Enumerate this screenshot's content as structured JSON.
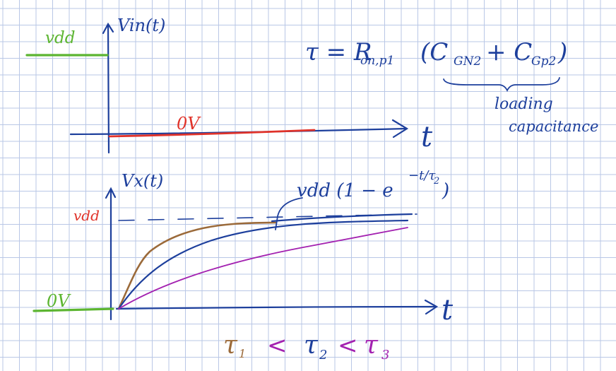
{
  "colors": {
    "grid": "#b9c7e6",
    "ink": "#1d3f9c",
    "red": "#e0332a",
    "green": "#5cb531",
    "brown": "#9b6a3a",
    "purple": "#a321b0",
    "background": "#ffffff"
  },
  "top_plot": {
    "ylabel": "Vin(t)",
    "vdd_label": "vdd",
    "zero_label": "0V",
    "xlabel": "t"
  },
  "formula": {
    "tau_eq": "τ = R",
    "ron_sub": "on,p1",
    "caps": "(C",
    "c1_sub": "GN2",
    "plus": "+ C",
    "c2_sub": "Gp2",
    "close": ")",
    "loading_line1": "loading",
    "loading_line2": "capacitance"
  },
  "bottom_plot": {
    "ylabel": "Vx(t)",
    "vdd_label": "vdd",
    "zero_label": "0V",
    "xlabel": "t",
    "curve_label_prefix": "vdd (1 − e",
    "curve_label_exp": "−t/τ",
    "curve_label_exp_sub": "2",
    "curve_label_suffix": ")"
  },
  "inequality": {
    "tau1": "τ",
    "tau1_sub": "1",
    "lt1": "<",
    "tau2": "τ",
    "tau2_sub": "2",
    "lt2": "<",
    "tau3": "τ",
    "tau3_sub": "3"
  }
}
